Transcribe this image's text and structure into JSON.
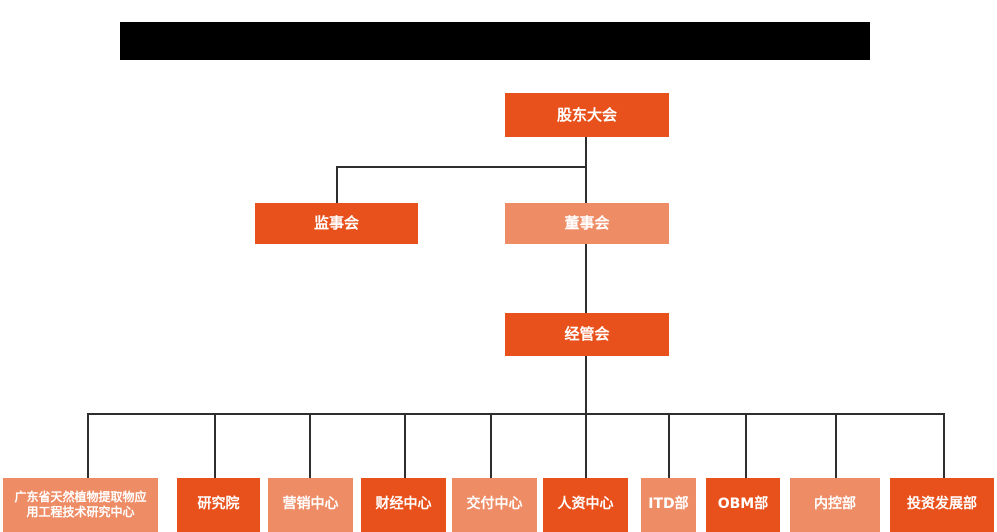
{
  "document": {
    "type": "organization-chart",
    "language": "zh-CN",
    "background_color": "#FFFFFF"
  },
  "title_bar": {
    "name": "redacted-title-bar",
    "visible_text": "",
    "color": "#000000"
  },
  "palette": {
    "dark_orange": "#E8511C",
    "light_salmon": "#EE8C66",
    "connector": "#2E2E2E",
    "node_text": "#FFFFFF"
  },
  "chart_data": {
    "type": "diagram",
    "title": "",
    "levels": [
      {
        "level": 1,
        "nodes": [
          {
            "id": "shareholders",
            "label": "股东大会",
            "style": "dark"
          }
        ]
      },
      {
        "level": 2,
        "nodes": [
          {
            "id": "supervisors",
            "label": "监事会",
            "style": "dark"
          },
          {
            "id": "directors",
            "label": "董事会",
            "style": "light"
          }
        ]
      },
      {
        "level": 3,
        "nodes": [
          {
            "id": "management",
            "label": "经管会",
            "style": "dark"
          }
        ]
      },
      {
        "level": 4,
        "nodes": [
          {
            "id": "rnd-center",
            "label": "广东省天然植物提取物应用工程技术研究中心",
            "label_line1": "广东省天然植物提取物应",
            "label_line2": "用工程技术研究中心",
            "style": "light"
          },
          {
            "id": "research-institute",
            "label": "研究院",
            "style": "dark"
          },
          {
            "id": "marketing-center",
            "label": "营销中心",
            "style": "light"
          },
          {
            "id": "finance-center",
            "label": "财经中心",
            "style": "dark"
          },
          {
            "id": "delivery-center",
            "label": "交付中心",
            "style": "light"
          },
          {
            "id": "hr-center",
            "label": "人资中心",
            "style": "dark"
          },
          {
            "id": "itd-dept",
            "label": "ITD部",
            "style": "light"
          },
          {
            "id": "obm-dept",
            "label": "OBM部",
            "style": "dark"
          },
          {
            "id": "internal-control-dept",
            "label": "内控部",
            "style": "light"
          },
          {
            "id": "investment-development-dept",
            "label": "投资发展部",
            "style": "dark"
          }
        ]
      }
    ],
    "edges": [
      {
        "from": "shareholders",
        "to": "supervisors"
      },
      {
        "from": "shareholders",
        "to": "directors"
      },
      {
        "from": "directors",
        "to": "management"
      },
      {
        "from": "management",
        "to": "rnd-center"
      },
      {
        "from": "management",
        "to": "research-institute"
      },
      {
        "from": "management",
        "to": "marketing-center"
      },
      {
        "from": "management",
        "to": "finance-center"
      },
      {
        "from": "management",
        "to": "delivery-center"
      },
      {
        "from": "management",
        "to": "hr-center"
      },
      {
        "from": "management",
        "to": "itd-dept"
      },
      {
        "from": "management",
        "to": "obm-dept"
      },
      {
        "from": "management",
        "to": "internal-control-dept"
      },
      {
        "from": "management",
        "to": "investment-development-dept"
      }
    ]
  }
}
